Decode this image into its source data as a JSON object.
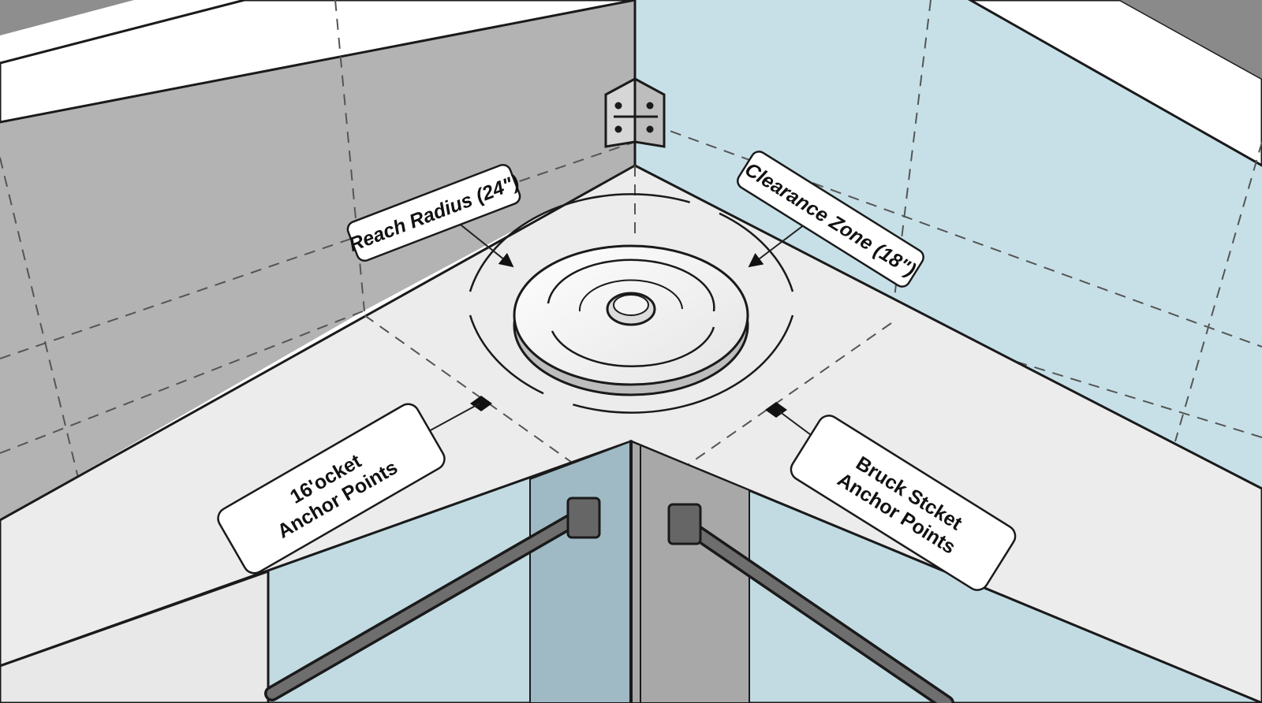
{
  "diagram": {
    "labels": {
      "reach_radius": "Reach Radius (24\")",
      "clearance_zone": "Clearance Zone (18\")",
      "left_anchor_line1": "16'ocket",
      "left_anchor_line2": "Anchor Points",
      "right_anchor_line1": "Bruck Stcket",
      "right_anchor_line2": "Anchor Points"
    },
    "icons": {
      "wall_bracket": "corner-bracket-icon",
      "turntable": "lazy-susan-turntable-icon",
      "anchor_marker": "anchor-point-marker-icon"
    },
    "colors": {
      "left_wall": "#b3b3b3",
      "right_wall": "#c7e0e8",
      "counter_top": "#ececec",
      "outline": "#1a1a1a",
      "callout_bg": "#ffffff"
    }
  }
}
